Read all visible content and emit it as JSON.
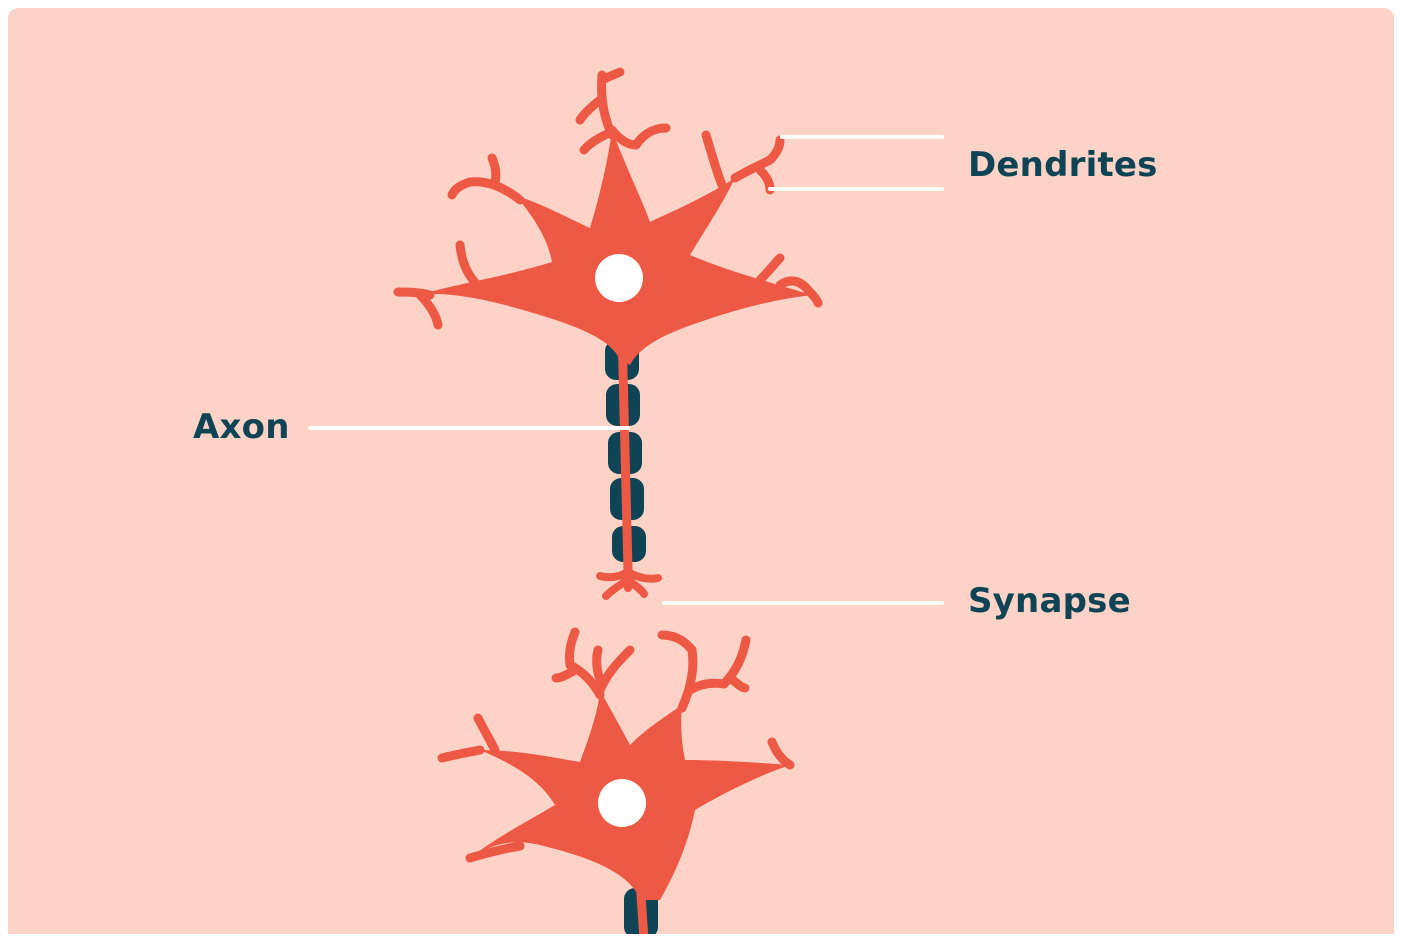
{
  "labels": {
    "dendrites": "Dendrites",
    "axon": "Axon",
    "synapse": "Synapse"
  },
  "colors": {
    "background": "#fdd3c7",
    "neuron": "#ee5946",
    "myelin": "#0f4456",
    "label_text": "#0f4456",
    "leader_lines": "#ffffff",
    "nucleus": "#ffffff"
  }
}
